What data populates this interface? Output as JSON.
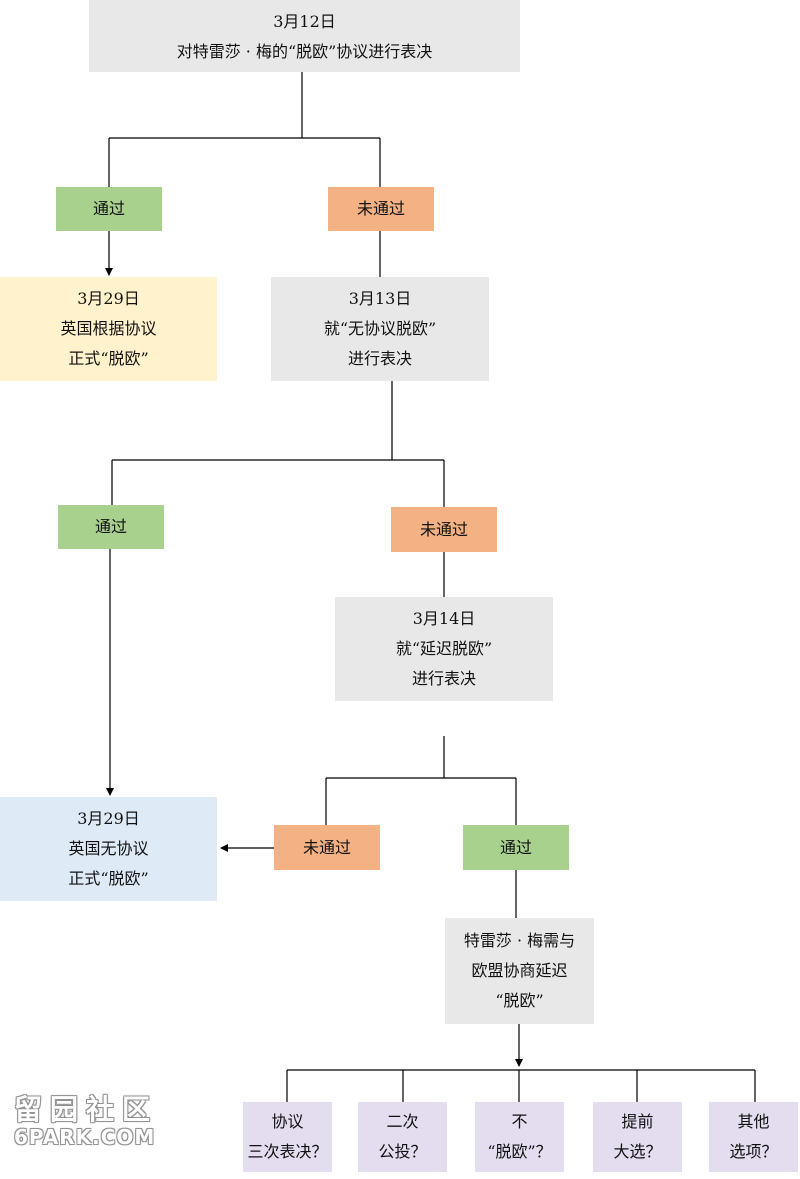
{
  "nodes": {
    "mar12_vote": [
      "3月12日",
      "对特雷莎 · 梅的“脱欧”协议进行表决"
    ],
    "pass1": [
      "通过"
    ],
    "fail1": [
      "未通过"
    ],
    "mar29_deal": [
      "3月29日",
      "英国根据协议",
      "正式“脱欧”"
    ],
    "mar13_vote": [
      "3月13日",
      "就“无协议脱欧”",
      "进行表决"
    ],
    "pass2": [
      "通过"
    ],
    "fail2": [
      "未通过"
    ],
    "mar14_vote": [
      "3月14日",
      "就“延迟脱欧”",
      "进行表决"
    ],
    "mar29_nodeal": [
      "3月29日",
      "英国无协议",
      "正式“脱欧”"
    ],
    "fail3": [
      "未通过"
    ],
    "pass3": [
      "通过"
    ],
    "negotiate_delay": [
      "特雷莎 · 梅需与",
      "欧盟协商延迟",
      "“脱欧”"
    ],
    "opt_third_vote": [
      "协议",
      "三次表决？"
    ],
    "opt_second_referendum": [
      "二次",
      "公投？"
    ],
    "opt_no_brexit": [
      "不",
      "“脱欧”？"
    ],
    "opt_early_election": [
      "提前",
      "大选？"
    ],
    "opt_other": [
      "其他",
      "选项？"
    ]
  },
  "watermark": [
    "留园社区",
    "6PARK.COM"
  ]
}
